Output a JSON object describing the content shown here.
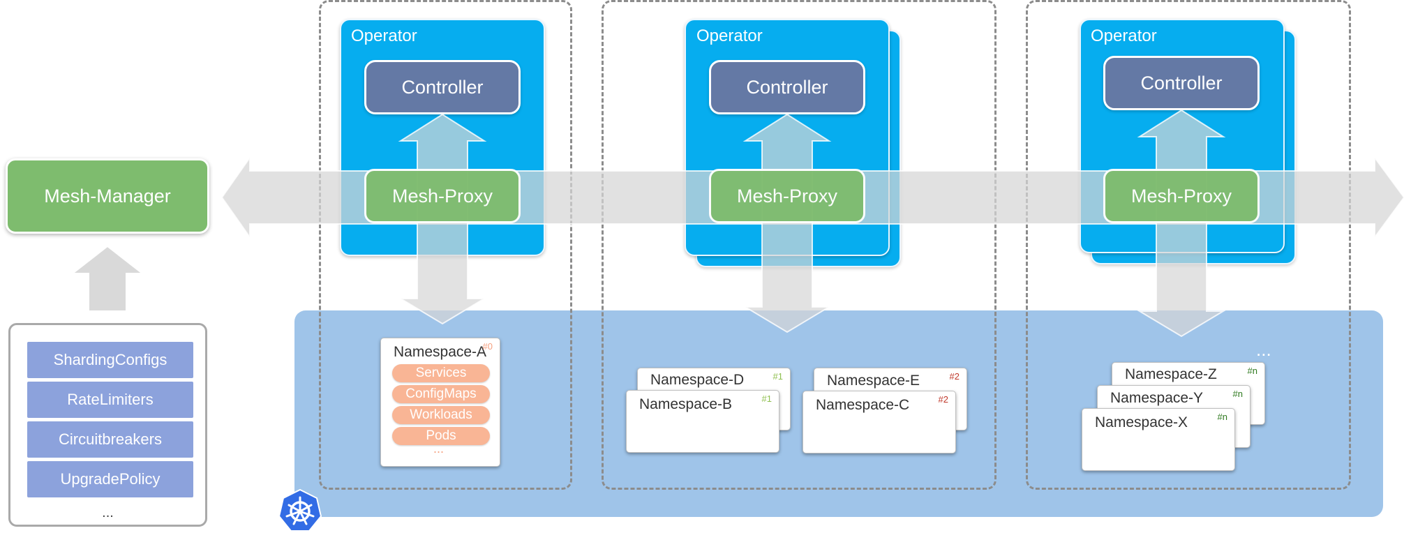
{
  "manager": {
    "label": "Mesh-Manager"
  },
  "configs": {
    "items": [
      "ShardingConfigs",
      "RateLimiters",
      "Circuitbreakers",
      "UpgradePolicy"
    ],
    "more": "..."
  },
  "shards": [
    {
      "operator_label": "Operator",
      "controller_label": "Controller",
      "proxy_label": "Mesh-Proxy"
    },
    {
      "operator_label": "Operator",
      "controller_label": "Controller",
      "proxy_label": "Mesh-Proxy"
    },
    {
      "operator_label": "Operator",
      "controller_label": "Controller",
      "proxy_label": "Mesh-Proxy"
    }
  ],
  "namespace_a": {
    "title": "Namespace-A",
    "tag": "#0",
    "resources": [
      "Services",
      "ConfigMaps",
      "Workloads",
      "Pods"
    ],
    "more": "..."
  },
  "namespaces": {
    "d": {
      "title": "Namespace-D",
      "tag": "#1"
    },
    "b": {
      "title": "Namespace-B",
      "tag": "#1"
    },
    "e": {
      "title": "Namespace-E",
      "tag": "#2"
    },
    "c": {
      "title": "Namespace-C",
      "tag": "#2"
    },
    "z": {
      "title": "Namespace-Z",
      "tag": "#n"
    },
    "y": {
      "title": "Namespace-Y",
      "tag": "#n"
    },
    "x": {
      "title": "Namespace-X",
      "tag": "#n"
    }
  },
  "cluster_more": "...",
  "colors": {
    "operator": "#06adef",
    "controller": "#6479a5",
    "proxy": "#7ebc6e",
    "cluster_bg": "#9fc4e9",
    "arrow": "#d9d9d9",
    "config_item": "#8ca2dc",
    "resource": "#f9b595",
    "kubernetes": "#326ce5"
  },
  "icons": {
    "cluster": "kubernetes-helm-icon"
  }
}
